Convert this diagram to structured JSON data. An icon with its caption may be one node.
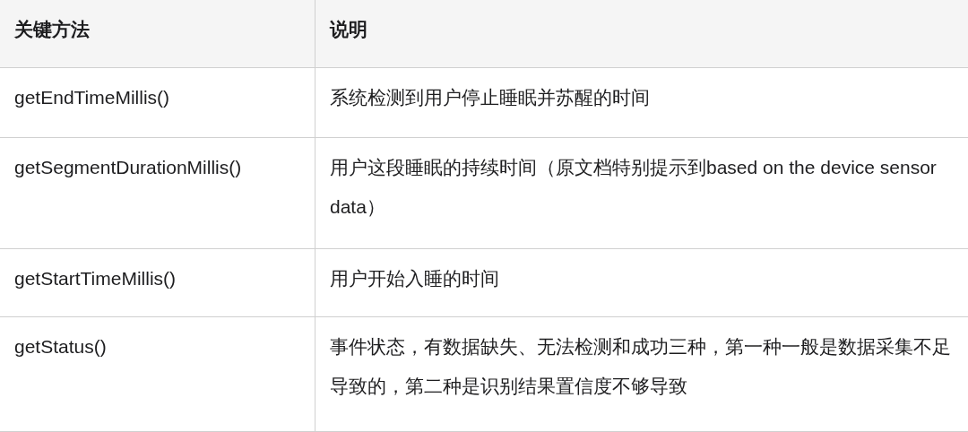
{
  "diagram": {
    "labels": [
      "关键方法",
      "说明",
      "getEndTimeMillis()",
      "系统检测到用户停止睡眠并苏醒的时间",
      "getSegmentDurationMillis()",
      "用户这段睡眠的持续时间（原文档特别提示到based on the device sensor data）",
      "getStartTimeMillis()",
      "用户开始入睡的时间",
      "getStatus()",
      "事件状态，有数据缺失、无法检测和成功三种，第一种一般是数据采集不足导致的，第二种是识别结果置信度不够导致"
    ]
  }
}
